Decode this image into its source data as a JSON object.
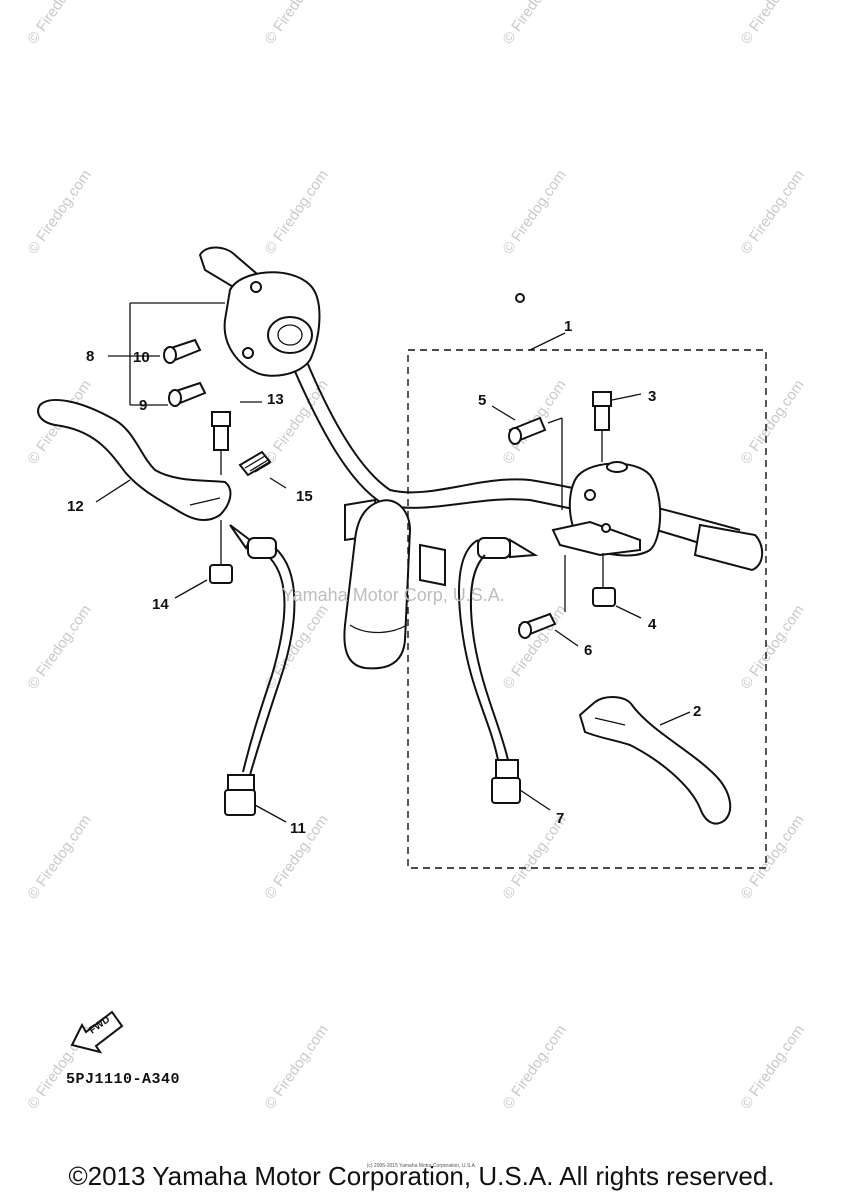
{
  "diagram": {
    "callouts": {
      "c1": "1",
      "c2": "2",
      "c3": "3",
      "c4": "4",
      "c5": "5",
      "c6": "6",
      "c7": "7",
      "c8": "8",
      "c9": "9",
      "c10": "10",
      "c11": "11",
      "c12": "12",
      "c13": "13",
      "c14": "14",
      "c15": "15"
    },
    "center_watermark": "Yamaha Motor Corp, U.S.A.",
    "fwd_label": "FWD",
    "diagram_code": "5PJ1110-A340"
  },
  "watermark": {
    "text": "© Firedog.com"
  },
  "footer": {
    "copyright": "©2013 Yamaha Motor Corporation, U.S.A. All rights reserved.",
    "fine_print": "(c) 2005-2015 Yamaha Motor Corporation, U.S.A."
  },
  "colors": {
    "ink": "#111111",
    "watermark": "#c9c9c9",
    "background": "#ffffff"
  }
}
